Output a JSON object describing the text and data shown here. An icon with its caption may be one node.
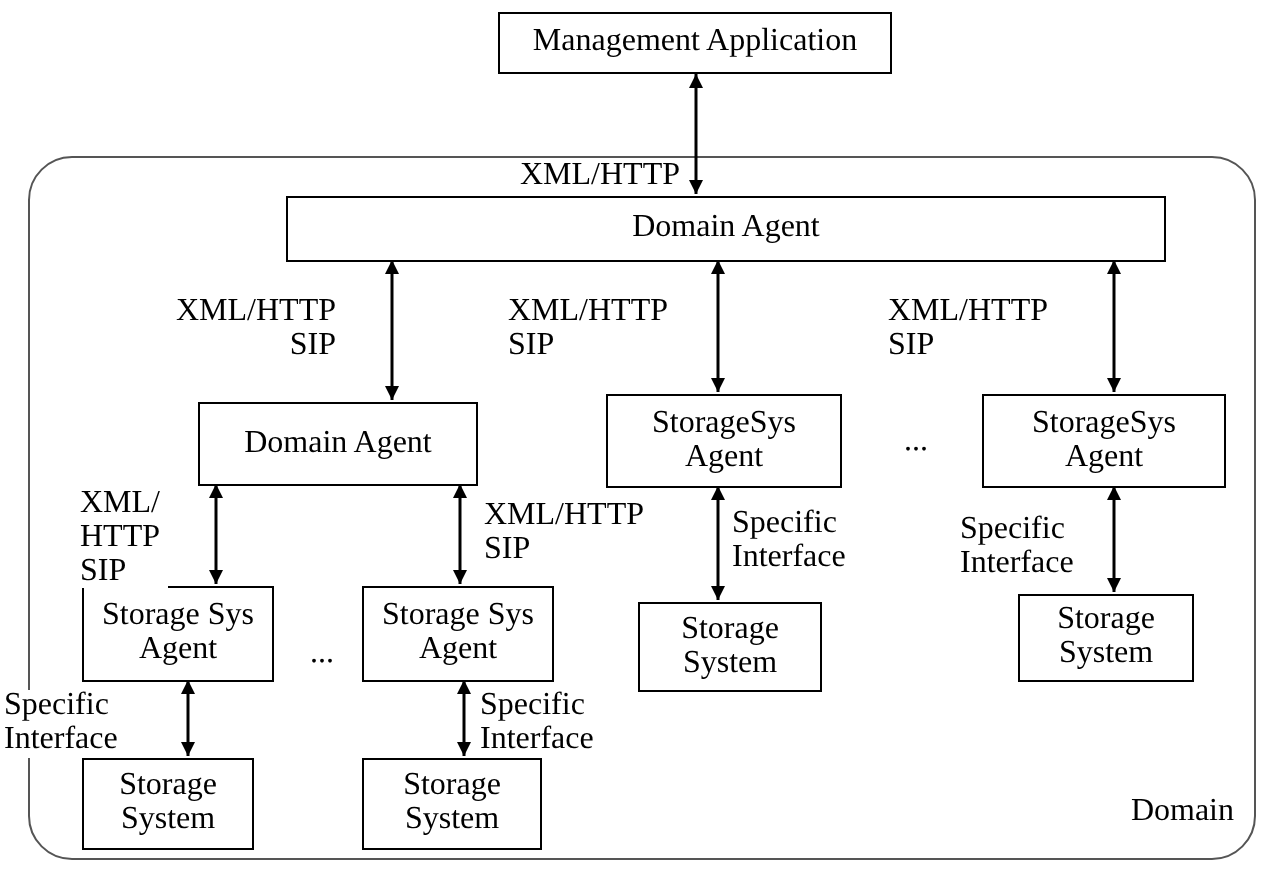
{
  "diagram": {
    "nodes": [
      {
        "text": [
          "Domain"
        ]
      },
      {
        "text": [
          "Management Application"
        ]
      },
      {
        "text": [
          "Domain Agent"
        ],
        "in": 0
      },
      {
        "text": [
          "Domain Agent"
        ],
        "in": 0
      },
      {
        "text": [
          "StorageSys Agent"
        ],
        "in": 0
      },
      {
        "text": [
          "StorageSys Agent"
        ],
        "in": 0
      },
      {
        "text": [
          "Storage Sys Agent"
        ],
        "in": 0
      },
      {
        "text": [
          "Storage Sys Agent"
        ],
        "in": 0
      },
      {
        "text": [
          "Storage System"
        ],
        "in": 0
      },
      {
        "text": [
          "Storage System"
        ],
        "in": 0
      },
      {
        "text": [
          "Storage System"
        ],
        "in": 0
      },
      {
        "text": [
          "Storage System"
        ],
        "in": 0
      }
    ],
    "edges": [
      {
        "from": 1,
        "to": 2,
        "arrow": "both",
        "label": "XML/HTTP"
      },
      {
        "from": 2,
        "to": 3,
        "arrow": "both",
        "label": "XML/HTTP SIP"
      },
      {
        "from": 2,
        "to": 4,
        "arrow": "both",
        "label": "XML/HTTP SIP"
      },
      {
        "from": 2,
        "to": 5,
        "arrow": "both",
        "label": "XML/HTTP SIP"
      },
      {
        "from": 3,
        "to": 6,
        "arrow": "both",
        "label": "XML/ HTTP SIP"
      },
      {
        "from": 3,
        "to": 7,
        "arrow": "both",
        "label": "XML/HTTP SIP"
      },
      {
        "from": 4,
        "to": 8,
        "arrow": "both",
        "label": "Specific Interface"
      },
      {
        "from": 5,
        "to": 9,
        "arrow": "both",
        "label": "Specific Interface"
      },
      {
        "from": 6,
        "to": 10,
        "arrow": "both",
        "label": "Specific Interface"
      },
      {
        "from": 7,
        "to": 11,
        "arrow": "both",
        "label": "Specific Interface"
      }
    ],
    "labels": [
      "...",
      "..."
    ]
  }
}
